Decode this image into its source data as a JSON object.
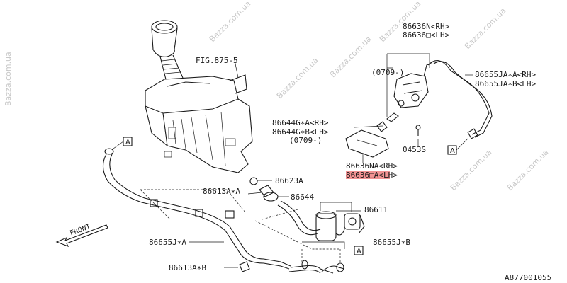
{
  "watermark": "Bazza.com.ua",
  "fig_ref": "FIG.875-5",
  "diagram_id": "A877001055",
  "front_label": "FRONT",
  "ref_marker": "A",
  "labels": {
    "p86636N": "86636N<RH>",
    "p86636Q_lh_top": "86636□<LH>",
    "p0709a": "(0709-)",
    "p86655JA_A": "86655JA∗A<RH>",
    "p86655JA_B": "86655JA∗B<LH>",
    "p86644G_A": "86644G∗A<RH>",
    "p86644G_B": "86644G∗B<LH>",
    "p0709b": "(0709-)",
    "p0453S": "0453S",
    "p86636NA": "86636NA<RH>",
    "p86636QA": "86636□A<LH>",
    "p86623A": "86623A",
    "p86613A_A": "86613A∗A",
    "p86644": "86644",
    "p86611": "86611",
    "p86655J_A": "86655J∗A",
    "p86655J_B": "86655J∗B",
    "p86613A_B": "86613A∗B"
  }
}
